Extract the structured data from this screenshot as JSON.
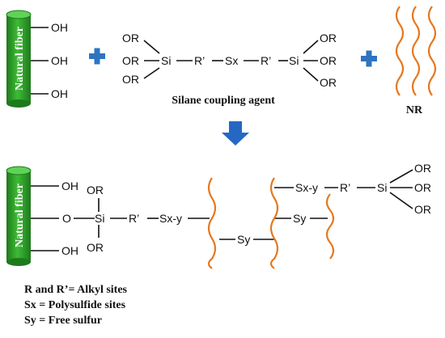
{
  "top": {
    "fiber_label": "Natural fiber",
    "fiber_oh": [
      "OH",
      "OH",
      "OH"
    ],
    "silane_left": [
      "OR",
      "OR",
      "OR"
    ],
    "silane_chain": [
      "Si",
      "R’",
      "Sx",
      "R’",
      "Si"
    ],
    "silane_right": [
      "OR",
      "OR",
      "OR"
    ],
    "silane_caption": "Silane coupling agent",
    "nr_label": "NR"
  },
  "bottom": {
    "fiber_label": "Natural fiber",
    "fiber_groups": [
      "OH",
      "O",
      "OH"
    ],
    "si_or": [
      "OR",
      "OR"
    ],
    "chain": [
      "Si",
      "R’",
      "Sx-y"
    ],
    "sy_mid": "Sy",
    "right_chain": [
      "Sx-y",
      "R’",
      "Si"
    ],
    "right_or": [
      "OR",
      "OR",
      "OR"
    ],
    "sy_right": "Sy"
  },
  "legend": [
    "R and R’= Alkyl sites",
    "Sx = Polysulfide sites",
    "Sy = Free sulfur"
  ],
  "colors": {
    "fiber": "#2e9e2a",
    "fiber_dark": "#1f7a1c",
    "plus": "#2f74c0",
    "arrow": "#2468c4",
    "rubber": "#e5781f"
  }
}
